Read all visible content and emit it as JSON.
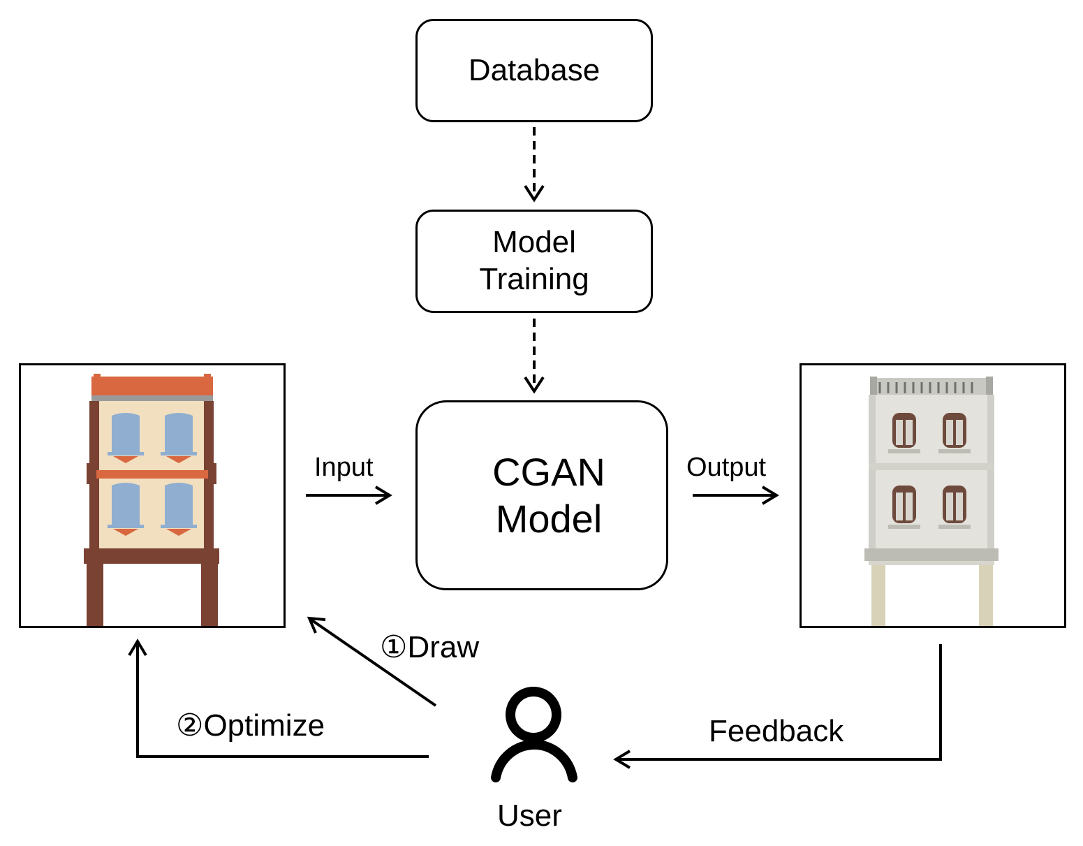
{
  "nodes": {
    "database": "Database",
    "training_line1": "Model",
    "training_line2": "Training",
    "cgan_line1": "CGAN",
    "cgan_line2": "Model",
    "user": "User"
  },
  "edges": {
    "input": "Input",
    "output": "Output",
    "draw": "①Draw",
    "optimize": "②Optimize",
    "feedback": "Feedback"
  },
  "colors": {
    "stroke": "#000000",
    "facade_orange": "#d9673f",
    "facade_brown": "#7a4232",
    "facade_beige": "#f1dfc0",
    "facade_window": "#8faed0",
    "facade_gray": "#9a9a9a"
  },
  "icons": {
    "user": "person-outline-icon",
    "sketch": "facade-sketch-image",
    "photo": "facade-photo-image"
  }
}
